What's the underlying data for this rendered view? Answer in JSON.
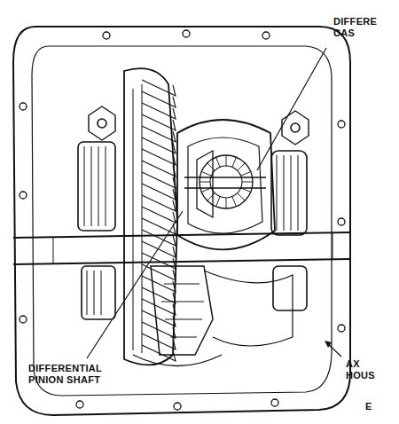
{
  "diagram": {
    "labels": [
      "DIFFERE CAS",
      "DIFFERENTIAL PINION SHAFT",
      "AX HOUS",
      "E"
    ]
  }
}
